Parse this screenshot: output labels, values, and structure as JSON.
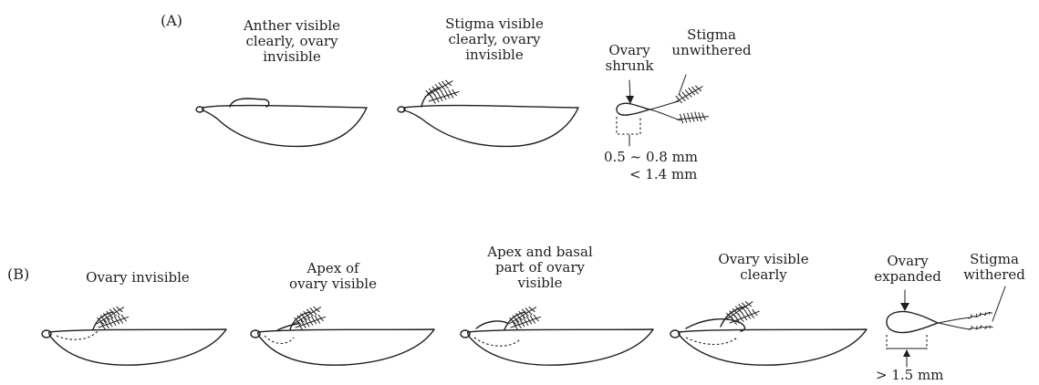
{
  "panel_a": {
    "label": "(A)",
    "stages": [
      {
        "lines": [
          "Anther visible",
          "clearly, ovary",
          "invisible"
        ]
      },
      {
        "lines": [
          "Stigma visible",
          "clearly, ovary",
          "invisible"
        ]
      }
    ],
    "detail": {
      "ovary_label": [
        "Ovary",
        "shrunk"
      ],
      "stigma_label": [
        "Stigma",
        "unwithered"
      ],
      "measure_1": "0.5 ~ 0.8 mm",
      "measure_2": "< 1.4 mm"
    }
  },
  "panel_b": {
    "label": "(B)",
    "stages": [
      {
        "lines": [
          "Ovary invisible"
        ]
      },
      {
        "lines": [
          "Apex of",
          "ovary visible"
        ]
      },
      {
        "lines": [
          "Apex and basal",
          "part of ovary",
          "visible"
        ]
      },
      {
        "lines": [
          "Ovary visible",
          "clearly"
        ]
      }
    ],
    "detail": {
      "ovary_label": [
        "Ovary",
        "expanded"
      ],
      "stigma_label": [
        "Stigma",
        "withered"
      ],
      "measure_1": "> 1.5 mm"
    }
  }
}
